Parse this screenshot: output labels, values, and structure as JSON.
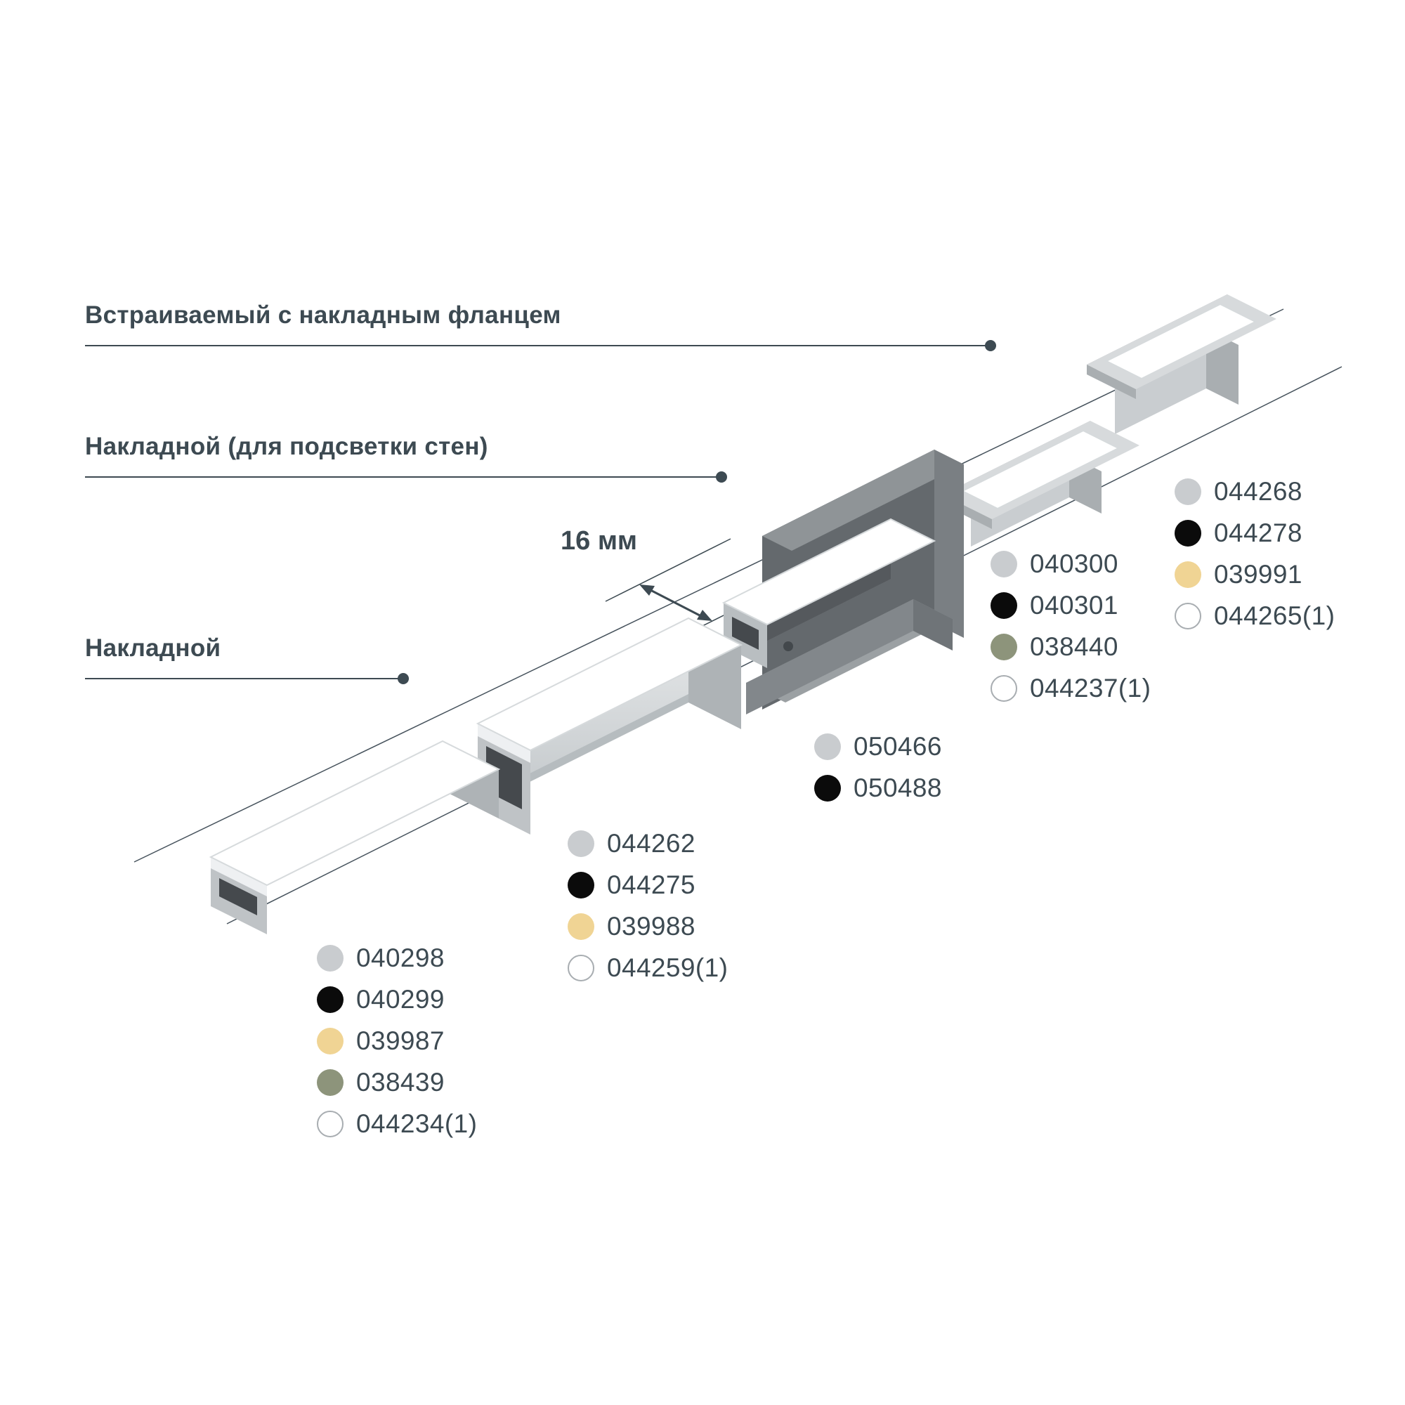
{
  "labels": {
    "recessed_flange": "Встраиваемый с накладным фланцем",
    "surface_wall": "Накладной (для подсветки стен)",
    "surface": "Накладной",
    "dimension": "16 мм"
  },
  "colors": {
    "text": "#3d4a52",
    "line": "#3d4a52",
    "swatch_gray": "#c9cccf",
    "swatch_black": "#0b0b0b",
    "swatch_yellow": "#f0d494",
    "swatch_olive": "#8d947b",
    "swatch_white": "#ffffff"
  },
  "code_groups": [
    {
      "profile": "surface-low",
      "items": [
        {
          "color": "gray",
          "code": "040298"
        },
        {
          "color": "black",
          "code": "040299"
        },
        {
          "color": "yellow",
          "code": "039987"
        },
        {
          "color": "olive",
          "code": "038439"
        },
        {
          "color": "white",
          "code": "044234(1)"
        }
      ]
    },
    {
      "profile": "surface-tall",
      "items": [
        {
          "color": "gray",
          "code": "044262"
        },
        {
          "color": "black",
          "code": "044275"
        },
        {
          "color": "yellow",
          "code": "039988"
        },
        {
          "color": "white",
          "code": "044259(1)"
        }
      ]
    },
    {
      "profile": "wall-mount",
      "items": [
        {
          "color": "gray",
          "code": "050466"
        },
        {
          "color": "black",
          "code": "050488"
        }
      ]
    },
    {
      "profile": "recessed-flange-near",
      "items": [
        {
          "color": "gray",
          "code": "040300"
        },
        {
          "color": "black",
          "code": "040301"
        },
        {
          "color": "olive",
          "code": "038440"
        },
        {
          "color": "white",
          "code": "044237(1)"
        }
      ]
    },
    {
      "profile": "recessed-flange-far",
      "items": [
        {
          "color": "gray",
          "code": "044268"
        },
        {
          "color": "black",
          "code": "044278"
        },
        {
          "color": "yellow",
          "code": "039991"
        },
        {
          "color": "white",
          "code": "044265(1)"
        }
      ]
    }
  ]
}
